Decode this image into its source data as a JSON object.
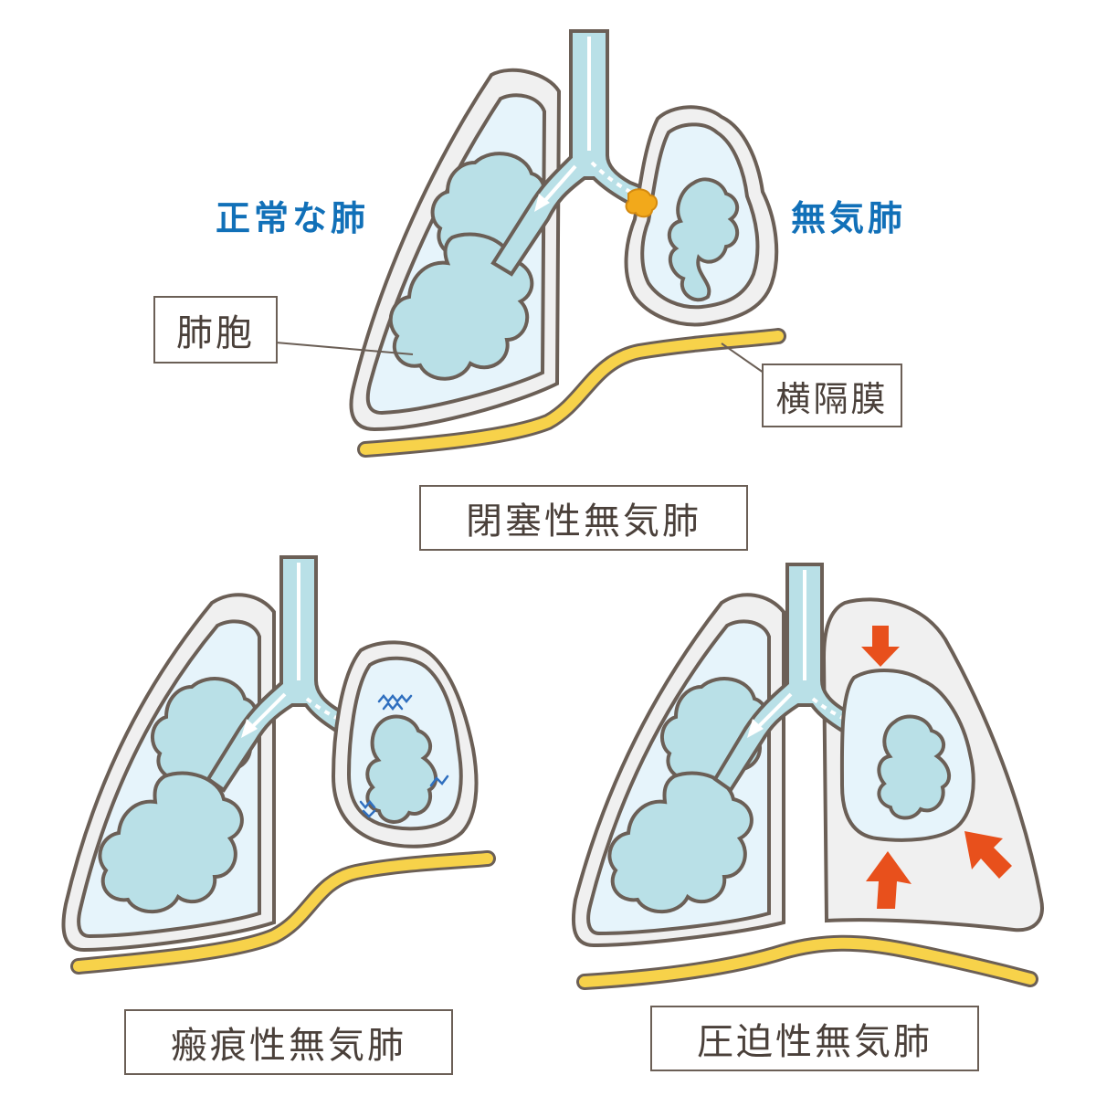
{
  "labels": {
    "normal_lung": "正常な肺",
    "atelectasis": "無気肺",
    "alveoli": "肺胞",
    "diaphragm": "横隔膜",
    "obstructive": "閉塞性無気肺",
    "cicatricial": "瘢痕性無気肺",
    "compressive": "圧迫性無気肺"
  },
  "colors": {
    "outline": "#6b5f56",
    "pleura": "#f0f0f0",
    "lung_fill": "#e6f4fb",
    "alveoli_fill": "#b9e0e7",
    "diaphragm": "#f7d24a",
    "obstruction": "#f2a91b",
    "arrow": "#e8501c",
    "title_blue": "#1170b8",
    "scar_mark": "#2f6fbf"
  }
}
